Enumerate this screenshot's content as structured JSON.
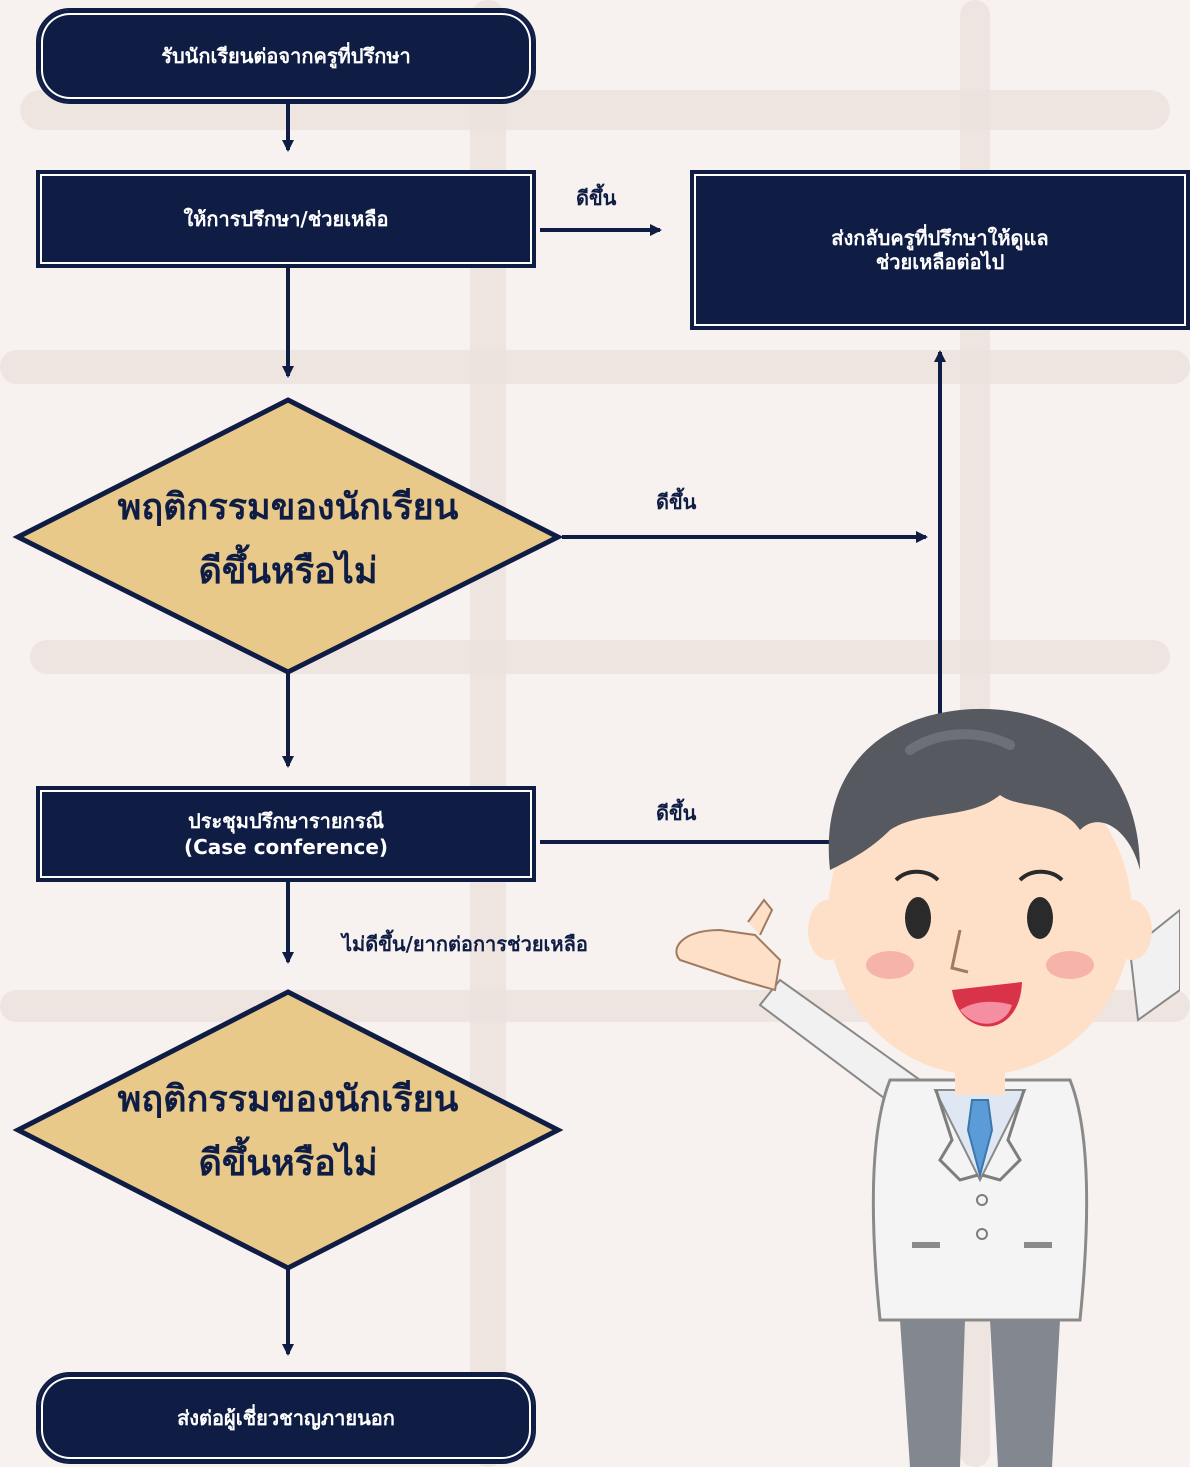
{
  "colors": {
    "navy": "#0f1d45",
    "diamond_fill": "#e8c98a",
    "background": "#f7f2ef"
  },
  "nodes": {
    "start": {
      "label": "รับนักเรียนต่อจากครูที่ปรึกษา"
    },
    "counsel": {
      "label": "ให้การปรึกษา/ช่วยเหลือ"
    },
    "return": {
      "label": "ส่งกลับครูที่ปรึกษาให้ดูแล\nช่วยเหลือต่อไป"
    },
    "decision1": {
      "line1": "พฤติกรรมของนักเรียน",
      "line2": "ดีขึ้นหรือไม่"
    },
    "conference": {
      "line1": "ประชุมปรึกษารายกรณี",
      "line2": "(Case conference)"
    },
    "decision2": {
      "line1": "พฤติกรรมของนักเรียน",
      "line2": "ดีขึ้นหรือไม่"
    },
    "end": {
      "label": "ส่งต่อผู้เชี่ยวชาญภายนอก"
    }
  },
  "edges": {
    "counsel_better": "ดีขึ้น",
    "decision1_better": "ดีขึ้น",
    "conference_better": "ดีขึ้น",
    "conference_not_better": "ไม่ดีขึ้น/ยากต่อการช่วยเหลือ"
  },
  "illustration": {
    "icon": "teacher-character-icon"
  }
}
